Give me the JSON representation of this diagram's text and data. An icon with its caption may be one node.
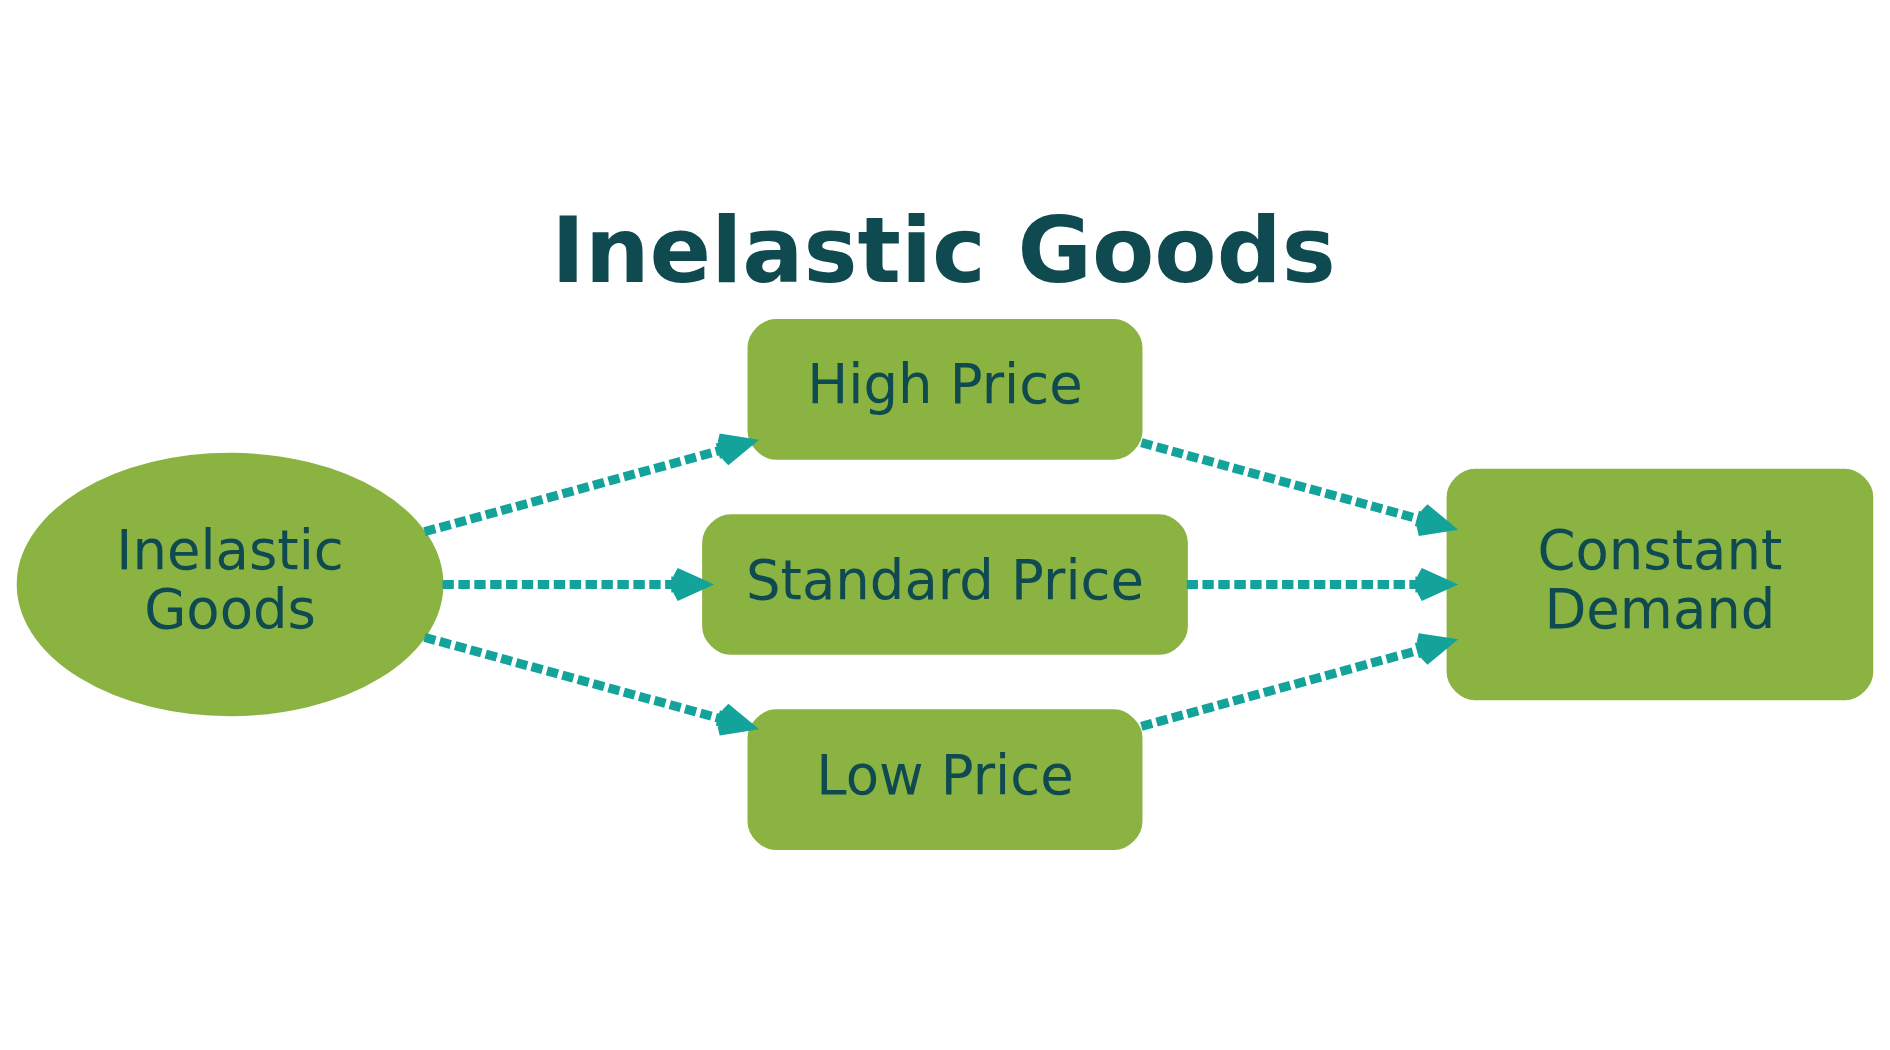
{
  "diagram": {
    "title": "Inelastic Goods",
    "nodes": [
      {
        "text": [
          "Inelastic Goods"
        ]
      },
      {
        "text": [
          "High Price"
        ]
      },
      {
        "text": [
          "Standard Price"
        ]
      },
      {
        "text": [
          "Low Price"
        ]
      },
      {
        "text": [
          "Constant Demand"
        ]
      }
    ],
    "edges": [
      {
        "from": 0,
        "to": 1,
        "arrow": "to",
        "style": "dashed"
      },
      {
        "from": 0,
        "to": 2,
        "arrow": "to",
        "style": "dashed"
      },
      {
        "from": 0,
        "to": 3,
        "arrow": "to",
        "style": "dashed"
      },
      {
        "from": 1,
        "to": 4,
        "arrow": "to",
        "style": "dashed"
      },
      {
        "from": 2,
        "to": 4,
        "arrow": "to",
        "style": "dashed"
      },
      {
        "from": 3,
        "to": 4,
        "arrow": "to",
        "style": "dashed"
      }
    ]
  }
}
